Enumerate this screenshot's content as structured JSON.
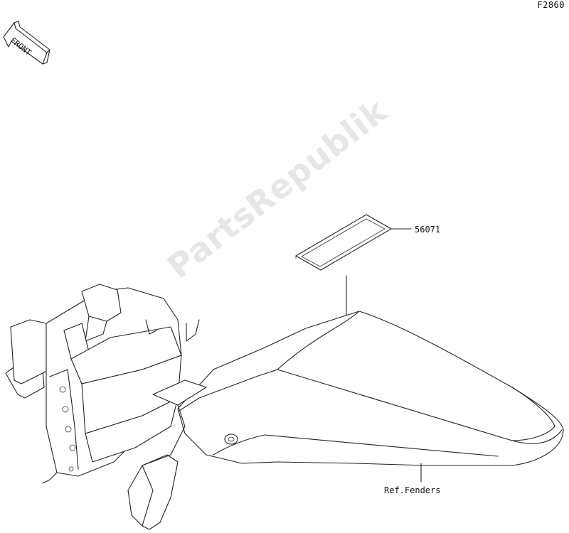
{
  "figure_code": "F2860",
  "front_arrow_label": "FRONT",
  "watermark_text": "PartsRepublik",
  "callouts": [
    {
      "id": "label",
      "text": "56071"
    },
    {
      "id": "fender",
      "text": "Ref.Fenders"
    }
  ],
  "colors": {
    "line": "#222222",
    "background": "#ffffff",
    "watermark": "#e6e6e6"
  }
}
